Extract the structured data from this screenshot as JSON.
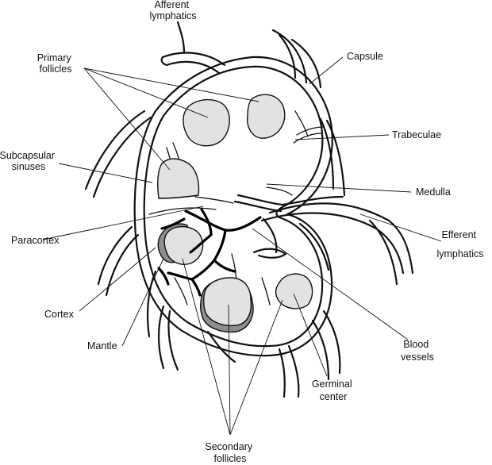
{
  "labels": {
    "afferent_lymphatics": [
      "Afferent",
      "lymphatics"
    ],
    "primary_follicles": [
      "Primary",
      "follicles"
    ],
    "capsule": [
      "Capsule"
    ],
    "trabeculae": [
      "Trabeculae"
    ],
    "subcapsular_sinuses": [
      "Subcapsular",
      "sinuses"
    ],
    "medulla": [
      "Medulla"
    ],
    "paracortex": [
      "Paracortex"
    ],
    "efferent_lymphatics": [
      "Efferent",
      "lymphatics"
    ],
    "cortex": [
      "Cortex"
    ],
    "mantle": [
      "Mantle"
    ],
    "blood_vessels": [
      "Blood",
      "vessels"
    ],
    "germinal_center": [
      "Germinal",
      "center"
    ],
    "secondary_follicles": [
      "Secondary",
      "follicles"
    ]
  },
  "colors": {
    "follicle_fill": "#e2e2e2",
    "mantle_fill": "#8e8e8e",
    "line": "#111111"
  }
}
